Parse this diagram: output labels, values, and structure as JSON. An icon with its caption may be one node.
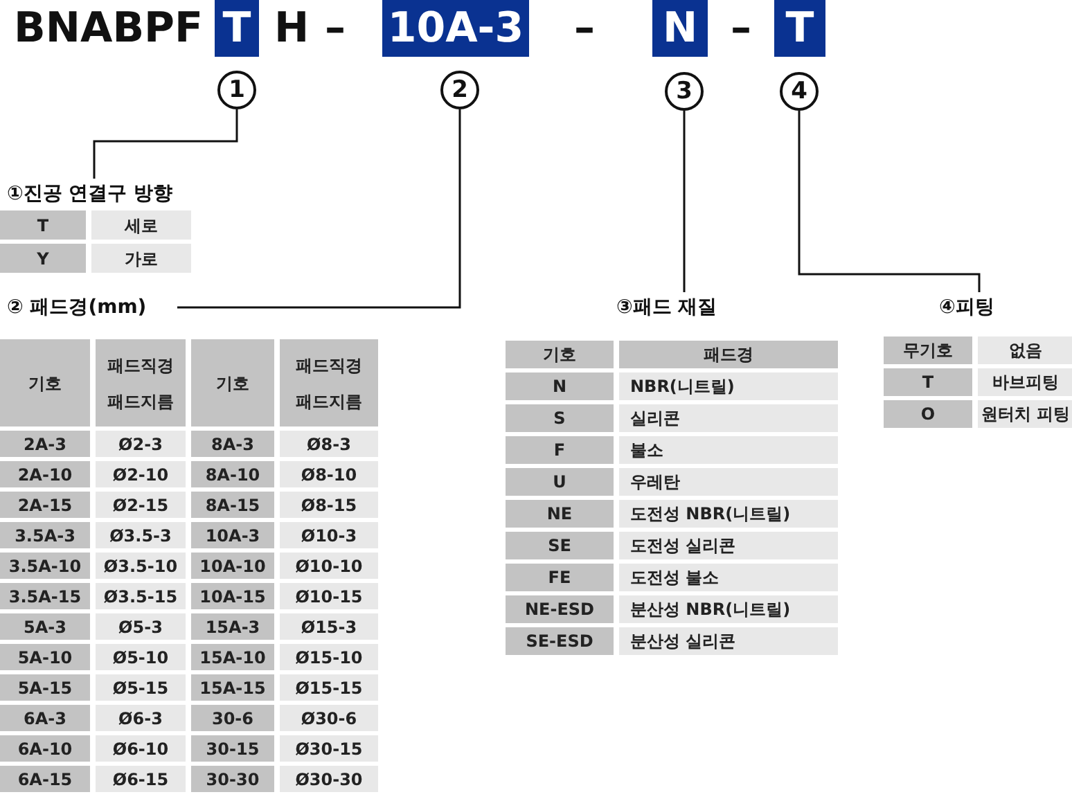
{
  "diagram": {
    "nodes": [
      {
        "text": [
          "1"
        ]
      },
      {
        "text": [
          "2"
        ]
      },
      {
        "text": [
          "3"
        ]
      },
      {
        "text": [
          "4"
        ]
      },
      {
        "text": [
          "①진공 연결구 방향"
        ]
      },
      {
        "text": [
          "② 패드경(mm)"
        ]
      },
      {
        "text": [
          "③패드 재질"
        ]
      },
      {
        "text": [
          "④피팅"
        ]
      }
    ],
    "edges": [
      {
        "from": 0,
        "to": 4,
        "arrow": "none"
      },
      {
        "from": 1,
        "to": 5,
        "arrow": "none"
      },
      {
        "from": 2,
        "to": 6,
        "arrow": "none"
      },
      {
        "from": 3,
        "to": 7,
        "arrow": "none"
      }
    ],
    "labels": [
      "BNABPF",
      "T",
      "H",
      "–",
      "10A-3",
      "–",
      "N",
      "–",
      "T",
      "T",
      "세로",
      "Y",
      "가로",
      "기호",
      "패드직경 패드지름",
      "기호",
      "패드직경 패드지름",
      "2A-3",
      "Ø2-3",
      "8A-3",
      "Ø8-3",
      "2A-10",
      "Ø2-10",
      "8A-10",
      "Ø8-10",
      "2A-15",
      "Ø2-15",
      "8A-15",
      "Ø8-15",
      "3.5A-3",
      "Ø3.5-3",
      "10A-3",
      "Ø10-3",
      "3.5A-10",
      "Ø3.5-10",
      "10A-10",
      "Ø10-10",
      "3.5A-15",
      "Ø3.5-15",
      "10A-15",
      "Ø10-15",
      "5A-3",
      "Ø5-3",
      "15A-3",
      "Ø15-3",
      "5A-10",
      "Ø5-10",
      "15A-10",
      "Ø15-10",
      "5A-15",
      "Ø5-15",
      "15A-15",
      "Ø15-15",
      "6A-3",
      "Ø6-3",
      "30-6",
      "Ø30-6",
      "6A-10",
      "Ø6-10",
      "30-15",
      "Ø30-15",
      "6A-15",
      "Ø6-15",
      "30-30",
      "Ø30-30",
      "기호",
      "패드경",
      "N",
      "NBR(니트릴)",
      "S",
      "실리콘",
      "F",
      "불소",
      "U",
      "우레탄",
      "NE",
      "도전성 NBR(니트릴)",
      "SE",
      "도전성 실리콘",
      "FE",
      "도전성 불소",
      "NE-ESD",
      "분산성 NBR(니트릴)",
      "SE-ESD",
      "분산성 실리콘",
      "무기호",
      "없음",
      "T",
      "바브피팅",
      "O",
      "원터치 피팅"
    ]
  }
}
